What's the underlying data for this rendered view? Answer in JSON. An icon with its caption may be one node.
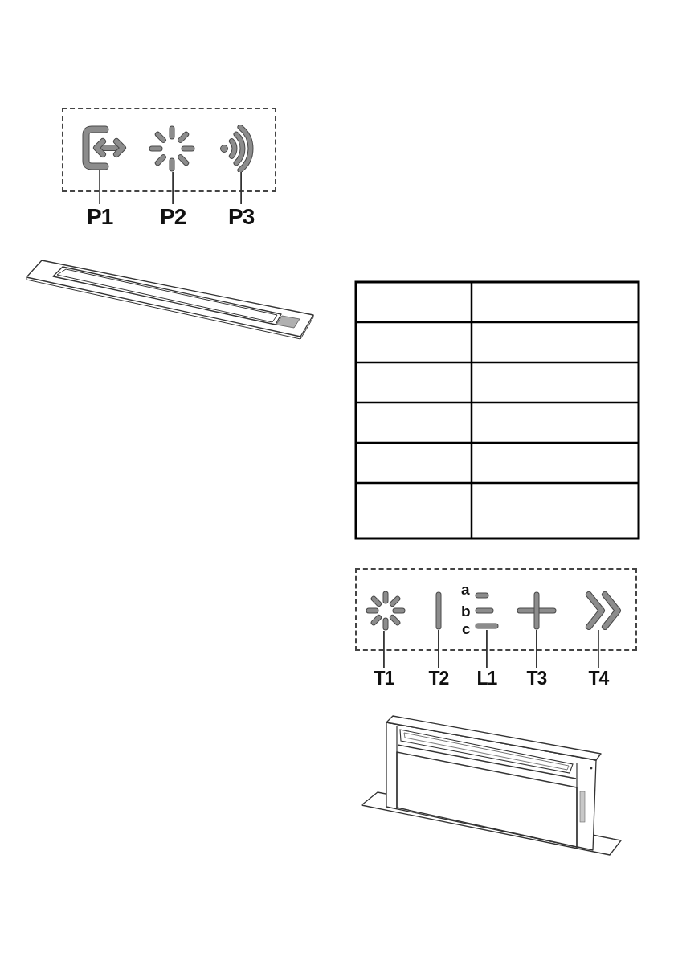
{
  "diagram": {
    "nodes": [
      {
        "text": [],
        "shape": "box"
      },
      {
        "text": [],
        "shape": "picture",
        "in": 0
      },
      {
        "text": [],
        "shape": "picture",
        "in": 0
      },
      {
        "text": [],
        "shape": "picture",
        "in": 0
      },
      {
        "text": [
          "P1"
        ]
      },
      {
        "text": [
          "P2"
        ]
      },
      {
        "text": [
          "P3"
        ]
      },
      {
        "text": [],
        "shape": "box"
      },
      {
        "text": [],
        "shape": "picture",
        "in": 7
      },
      {
        "text": [],
        "shape": "picture",
        "in": 7
      },
      {
        "text": [],
        "shape": "picture",
        "in": 7
      },
      {
        "text": [],
        "shape": "picture",
        "in": 7
      },
      {
        "text": [],
        "shape": "picture",
        "in": 7
      },
      {
        "text": [
          "T1"
        ]
      },
      {
        "text": [
          "T2"
        ]
      },
      {
        "text": [
          "L1"
        ]
      },
      {
        "text": [
          "T3"
        ]
      },
      {
        "text": [
          "T4"
        ]
      }
    ],
    "edges": [
      {
        "from": 4,
        "to": 1,
        "arrow": "none"
      },
      {
        "from": 5,
        "to": 2,
        "arrow": "none"
      },
      {
        "from": 6,
        "to": 3,
        "arrow": "none"
      },
      {
        "from": 13,
        "to": 8,
        "arrow": "none"
      },
      {
        "from": 14,
        "to": 9,
        "arrow": "none"
      },
      {
        "from": 15,
        "to": 10,
        "arrow": "none"
      },
      {
        "from": 16,
        "to": 11,
        "arrow": "none"
      },
      {
        "from": 17,
        "to": 12,
        "arrow": "none"
      }
    ],
    "labels": [
      "a",
      "b",
      "c"
    ]
  }
}
